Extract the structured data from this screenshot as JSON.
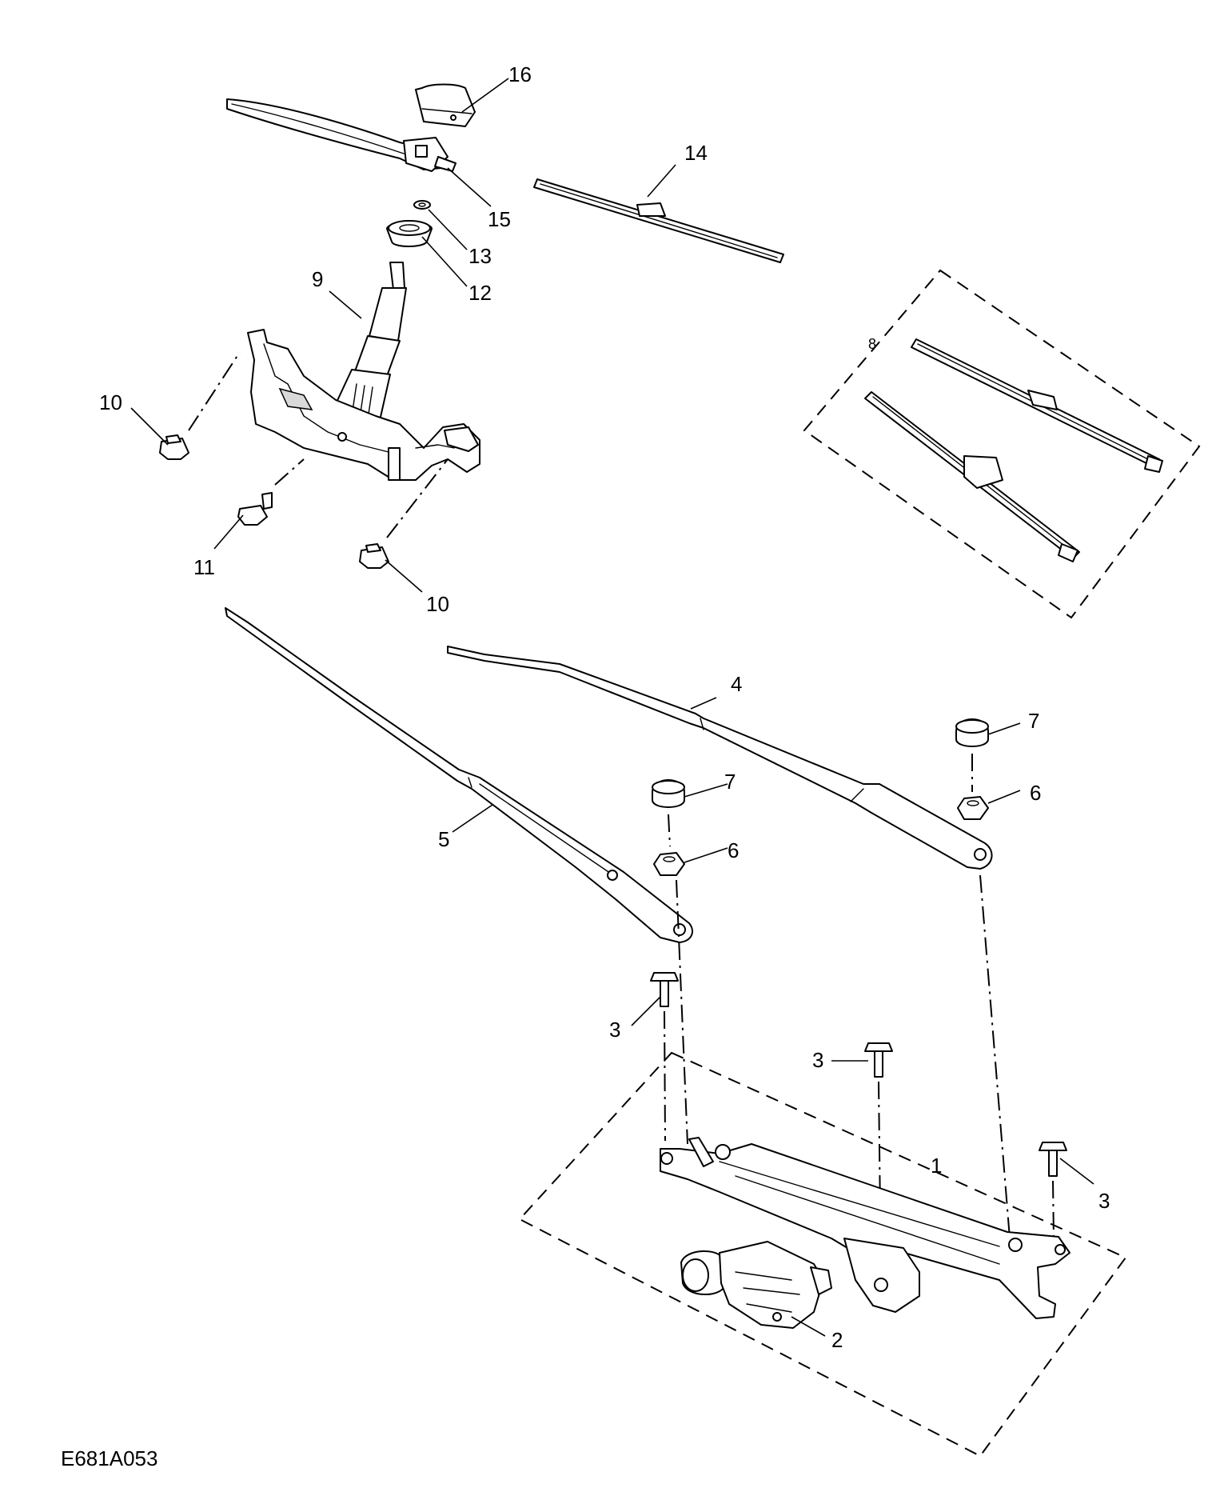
{
  "diagram": {
    "figure_code": "E681A053",
    "callouts": {
      "c1": "1",
      "c2": "2",
      "c3a": "3",
      "c3b": "3",
      "c3c": "3",
      "c4": "4",
      "c5": "5",
      "c6a": "6",
      "c6b": "6",
      "c7a": "7",
      "c7b": "7",
      "c8": "8",
      "c9": "9",
      "c10a": "10",
      "c10b": "10",
      "c11": "11",
      "c12": "12",
      "c13": "13",
      "c14": "14",
      "c15": "15",
      "c16": "16"
    },
    "parts": {
      "p1": "wiper-linkage",
      "p2": "wiper-motor",
      "p3": "bolt",
      "p4": "wiper-arm",
      "p5": "wiper-arm",
      "p6": "nut",
      "p7": "cap",
      "p8": "wiper-blade-set",
      "p9": "rear-wiper-motor",
      "p10": "grommet",
      "p11": "bolt",
      "p12": "seal",
      "p13": "nut",
      "p14": "wiper-blade",
      "p15": "rear-wiper-arm",
      "p16": "cap"
    }
  }
}
